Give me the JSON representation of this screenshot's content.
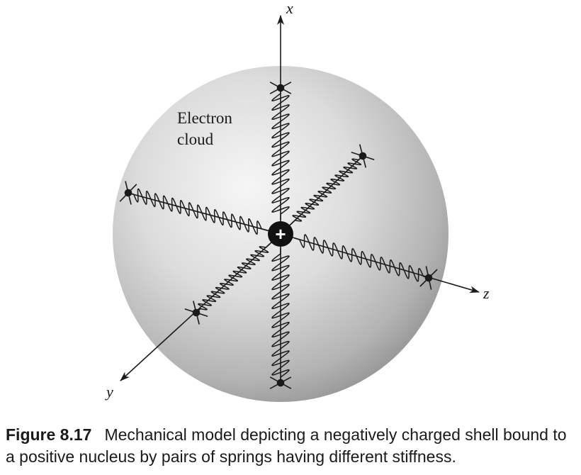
{
  "axes": {
    "x": "x",
    "y": "y",
    "z": "z"
  },
  "cloud_label": {
    "line1": "Electron",
    "line2": "cloud"
  },
  "nucleus_symbol": "+",
  "caption": {
    "number": "Figure 8.17",
    "text": "Mechanical model depicting a negatively charged shell bound to a positive nucleus by pairs of springs having different stiffness."
  },
  "colors": {
    "sphere_light": "#f4f4f4",
    "sphere_dark": "#8e8e8e",
    "ink": "#1a1a1a"
  }
}
